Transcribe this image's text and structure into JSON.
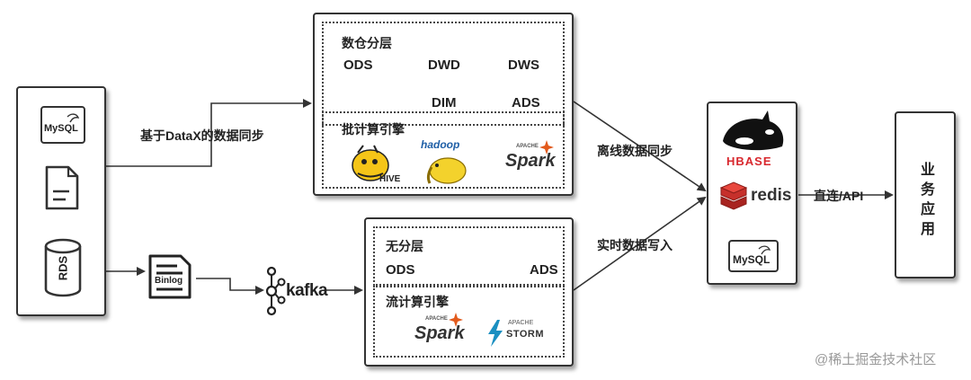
{
  "sources": {
    "mysql_logo": "MySQL",
    "rds_label": "RDS"
  },
  "binlog": {
    "label": "Binlog"
  },
  "kafka": {
    "label": "kafka"
  },
  "edges": {
    "datax_sync": "基于DataX的数据同步",
    "offline_sync": "离线数据同步",
    "realtime_write": "实时数据写入",
    "direct_api": "直连/API"
  },
  "offline_box": {
    "layer_title": "数仓分层",
    "nodes": {
      "ods": "ODS",
      "dwd": "DWD",
      "dws": "DWS",
      "dim": "DIM",
      "ads": "ADS"
    },
    "engine_title": "批计算引擎",
    "engines": {
      "hive": "HIVE",
      "hadoop": "hadoop",
      "spark": "Spark",
      "spark_apache": "APACHE"
    }
  },
  "realtime_box": {
    "layer_title": "无分层",
    "nodes": {
      "ods": "ODS",
      "ads": "ADS"
    },
    "engine_title": "流计算引擎",
    "engines": {
      "spark": "Spark",
      "spark_apache": "APACHE",
      "storm": "STORM",
      "storm_apache": "APACHE"
    }
  },
  "storage": {
    "hbase": "HBASE",
    "redis": "redis",
    "mysql": "MySQL"
  },
  "app": {
    "label": "业务应用"
  },
  "watermark": "@稀土掘金技术社区",
  "colors": {
    "hbase_red": "#d8272d",
    "redis_red": "#c6302b",
    "hive_yellow": "#f5c518",
    "hadoop_yellow": "#f3d22c",
    "spark_orange": "#e25a1c",
    "storm_blue": "#1a8fc1"
  }
}
